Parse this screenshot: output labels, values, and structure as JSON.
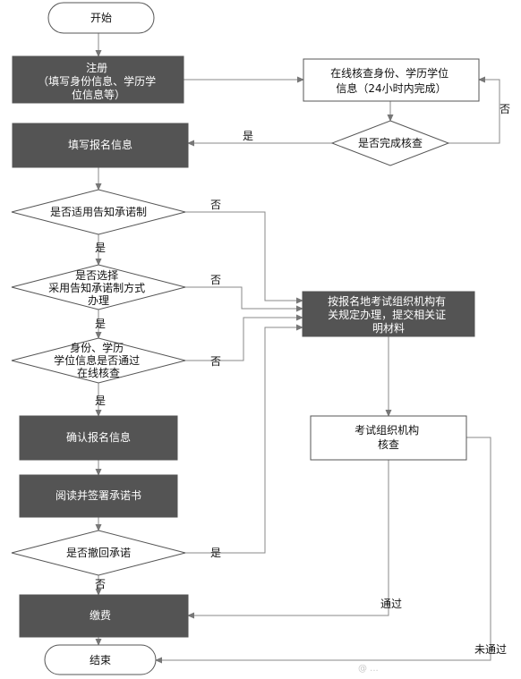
{
  "colors": {
    "dark_fill": "#545454",
    "dark_text": "#ffffff",
    "light_fill": "#ffffff",
    "light_text": "#111111",
    "line": "#8a8a8a",
    "border": "#555555"
  },
  "nodes": {
    "start": [
      "开始"
    ],
    "register": [
      "注册",
      "（填写身份信息、学历学",
      "位信息等）"
    ],
    "online_check": [
      "在线核查身份、学历学位",
      "信息（24小时内完成）"
    ],
    "check_done": [
      "是否完成核查"
    ],
    "fill_info": [
      "填写报名信息"
    ],
    "apply_pledge": [
      "是否适用告知承诺制"
    ],
    "choose_pledge": [
      "是否选择",
      "采用告知承诺制方式",
      "办理"
    ],
    "submit_docs": [
      "按报名地考试组织机构有",
      "关规定办理，提交相关证",
      "明材料"
    ],
    "verify_pass": [
      "身份、学历",
      "学位信息是否通过",
      "在线核查"
    ],
    "confirm_info": [
      "确认报名信息"
    ],
    "read_pledge": [
      "阅读并签署承诺书"
    ],
    "exam_review": [
      "考试组织机构",
      "核查"
    ],
    "withdraw": [
      "是否撤回承诺"
    ],
    "pay": [
      "缴费"
    ],
    "end": [
      "结束"
    ]
  },
  "edges": {
    "yes": "是",
    "no": "否",
    "pass": "通过",
    "fail": "未通过"
  },
  "watermark": "@ ..."
}
